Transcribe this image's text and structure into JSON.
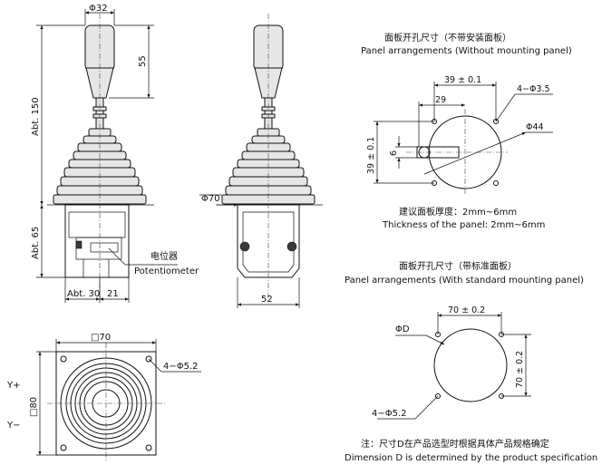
{
  "side_view": {
    "handle_diameter": "Φ32",
    "handle_height": "55",
    "height_above_panel": "Abt. 150",
    "height_below_panel": "Abt. 65",
    "bottom_depth": "Abt. 30",
    "bottom_offset": "21",
    "potentiometer_cn": "电位器",
    "potentiometer_en": "Potentiometer"
  },
  "front_view": {
    "boot_diameter": "Φ70",
    "body_width": "52"
  },
  "top_view": {
    "square_width": "□70",
    "square_height": "□80",
    "holes": "4−Φ5.2",
    "axis_plus": "Y+",
    "axis_minus": "Y−"
  },
  "panel_without": {
    "title_cn": "面板开孔尺寸（不带安装面板）",
    "title_en": "Panel arrangements (Without mounting panel)",
    "hole_spacing_h": "39 ± 0.1",
    "offset_29": "29",
    "holes": "4−Φ3.5",
    "cutout_diameter": "Φ44",
    "hole_spacing_v": "39 ± 0.1",
    "slot_width": "6",
    "thickness_cn": "建议面板厚度：2mm~6mm",
    "thickness_en": "Thickness of the panel: 2mm~6mm"
  },
  "panel_with": {
    "title_cn": "面板开孔尺寸（带标准面板）",
    "title_en": "Panel arrangements (With standard mounting panel)",
    "hole_spacing_h": "70 ± 0.2",
    "cutout_diameter": "ΦD",
    "hole_spacing_v": "70 ± 0.2",
    "holes": "4−Φ5.2"
  },
  "note": {
    "cn": "注：尺寸D在产品选型时根据具体产品规格确定",
    "en": "Dimension D is determined by the product specification"
  }
}
